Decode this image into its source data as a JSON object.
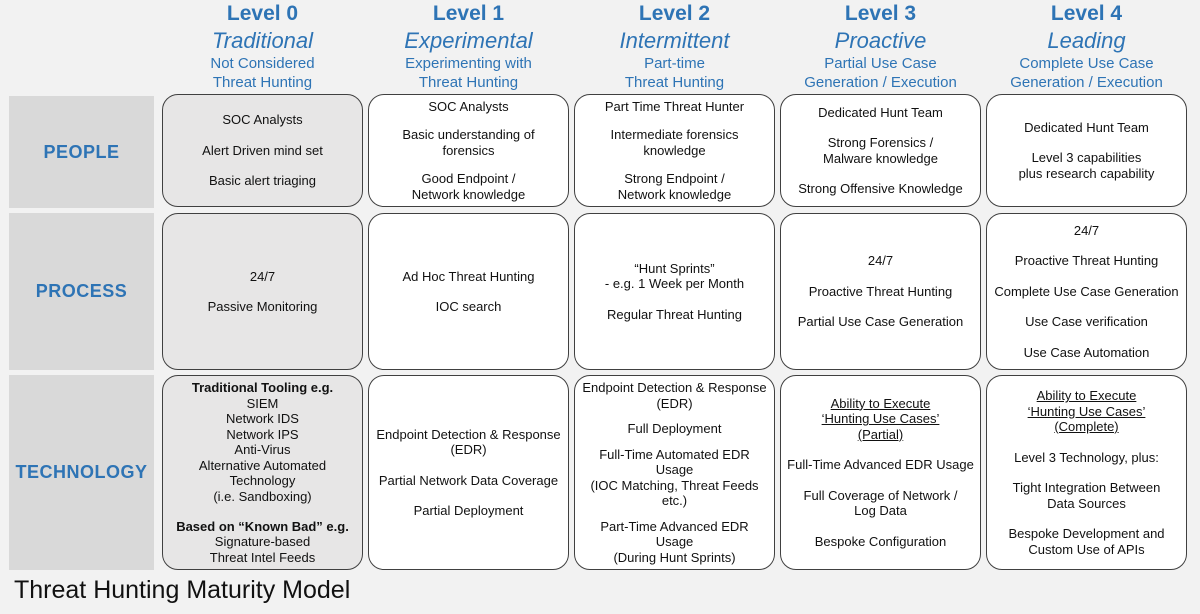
{
  "levels": [
    {
      "num": "Level 0",
      "name": "Traditional",
      "sub1": "Not Considered",
      "sub2": "Threat Hunting"
    },
    {
      "num": "Level 1",
      "name": "Experimental",
      "sub1": "Experimenting with",
      "sub2": "Threat Hunting"
    },
    {
      "num": "Level 2",
      "name": "Intermittent",
      "sub1": "Part-time",
      "sub2": "Threat Hunting"
    },
    {
      "num": "Level 3",
      "name": "Proactive",
      "sub1": "Partial Use Case",
      "sub2": "Generation / Execution"
    },
    {
      "num": "Level 4",
      "name": "Leading",
      "sub1": "Complete Use Case",
      "sub2": "Generation / Execution"
    }
  ],
  "rows": [
    {
      "label": "PEOPLE"
    },
    {
      "label": "PROCESS"
    },
    {
      "label": "TECHNOLOGY"
    }
  ],
  "cells": {
    "people": [
      [
        {
          "t": "SOC Analysts"
        },
        {
          "gap": true
        },
        {
          "t": "Alert Driven mind set"
        },
        {
          "gap": true
        },
        {
          "t": "Basic alert triaging"
        }
      ],
      [
        {
          "t": "SOC Analysts"
        },
        {
          "gap": true
        },
        {
          "t": "Basic understanding of\nforensics"
        },
        {
          "gap": true
        },
        {
          "t": "Good Endpoint /\nNetwork knowledge"
        }
      ],
      [
        {
          "t": "Part Time Threat Hunter"
        },
        {
          "gap": true
        },
        {
          "t": "Intermediate forensics\nknowledge"
        },
        {
          "gap": true
        },
        {
          "t": "Strong Endpoint /\nNetwork knowledge"
        }
      ],
      [
        {
          "t": "Dedicated Hunt Team"
        },
        {
          "gap": true
        },
        {
          "t": "Strong Forensics /\nMalware knowledge"
        },
        {
          "gap": true
        },
        {
          "t": "Strong Offensive Knowledge"
        }
      ],
      [
        {
          "t": "Dedicated Hunt Team"
        },
        {
          "gap": true
        },
        {
          "t": "Level 3 capabilities\nplus research capability"
        }
      ]
    ],
    "process": [
      [
        {
          "t": "24/7"
        },
        {
          "gap": true
        },
        {
          "t": "Passive Monitoring"
        }
      ],
      [
        {
          "t": "Ad Hoc Threat Hunting"
        },
        {
          "gap": true
        },
        {
          "t": "IOC search"
        }
      ],
      [
        {
          "t": "“Hunt Sprints”\n- e.g. 1 Week per Month"
        },
        {
          "gap": true
        },
        {
          "t": "Regular Threat Hunting"
        }
      ],
      [
        {
          "t": "24/7"
        },
        {
          "gap": true
        },
        {
          "t": "Proactive Threat Hunting"
        },
        {
          "gap": true
        },
        {
          "t": "Partial Use Case Generation"
        }
      ],
      [
        {
          "t": "24/7"
        },
        {
          "gap": true
        },
        {
          "t": "Proactive Threat Hunting"
        },
        {
          "gap": true
        },
        {
          "t": "Complete Use Case Generation"
        },
        {
          "gap": true
        },
        {
          "t": "Use Case verification"
        },
        {
          "gap": true
        },
        {
          "t": "Use Case Automation"
        }
      ]
    ],
    "technology": [
      [
        {
          "t": "Traditional Tooling e.g.",
          "b": true
        },
        {
          "t": "SIEM\nNetwork IDS\nNetwork IPS\nAnti-Virus\nAlternative Automated\nTechnology\n(i.e. Sandboxing)"
        },
        {
          "gap": true
        },
        {
          "t": "Based on “Known Bad” e.g.",
          "b": true
        },
        {
          "t": "Signature-based\nThreat Intel Feeds"
        }
      ],
      [
        {
          "t": "Endpoint Detection & Response\n(EDR)"
        },
        {
          "gap": true
        },
        {
          "t": "Partial Network Data Coverage"
        },
        {
          "gap": true
        },
        {
          "t": "Partial Deployment"
        }
      ],
      [
        {
          "t": "Endpoint Detection & Response\n(EDR)"
        },
        {
          "gap": true
        },
        {
          "t": "Full Deployment"
        },
        {
          "gap": true
        },
        {
          "t": "Full-Time Automated EDR Usage\n(IOC Matching, Threat Feeds\netc.)"
        },
        {
          "gap": true
        },
        {
          "t": "Part-Time Advanced EDR Usage\n(During Hunt Sprints)"
        }
      ],
      [
        {
          "t": "Ability to Execute\n‘Hunting Use Cases’\n(Partial)",
          "u": true
        },
        {
          "gap": true
        },
        {
          "t": "Full-Time Advanced EDR Usage"
        },
        {
          "gap": true
        },
        {
          "t": "Full Coverage of Network /\nLog Data"
        },
        {
          "gap": true
        },
        {
          "t": "Bespoke Configuration"
        }
      ],
      [
        {
          "t": "Ability to Execute\n‘Hunting Use Cases’\n(Complete)",
          "u": true
        },
        {
          "gap": true
        },
        {
          "t": "Level 3 Technology, plus:"
        },
        {
          "gap": true
        },
        {
          "t": "Tight Integration Between\nData Sources"
        },
        {
          "gap": true
        },
        {
          "t": "Bespoke Development and\nCustom Use of APIs"
        }
      ]
    ]
  },
  "title": "Threat Hunting Maturity Model"
}
